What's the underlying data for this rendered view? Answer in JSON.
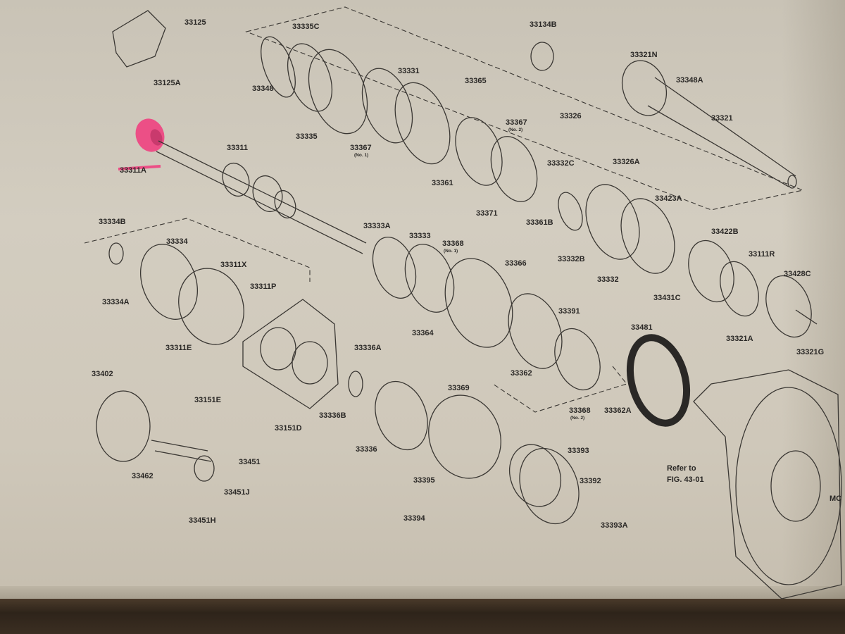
{
  "labels": {
    "p33125": "33125",
    "p33125A": "33125A",
    "p33348": "33348",
    "p33335C": "33335C",
    "p33335": "33335",
    "p33331": "33331",
    "p33367_1": "33367",
    "p33367_1_sub": "(No. 1)",
    "p33365": "33365",
    "p33367_2": "33367",
    "p33367_2_sub": "(No. 2)",
    "p33134B": "33134B",
    "p33321N": "33321N",
    "p33348A": "33348A",
    "p33326": "33326",
    "p33326A": "33326A",
    "p33321": "33321",
    "p33311A": "33311A",
    "p33311": "33311",
    "p33361": "33361",
    "p33371": "33371",
    "p33332C": "33332C",
    "p33361B": "33361B",
    "p33332B": "33332B",
    "p33332": "33332",
    "p33423A": "33423A",
    "p33422B": "33422B",
    "p33111R": "33111R",
    "p33428C": "33428C",
    "p33431C": "33431C",
    "p33321A": "33321A",
    "p33321G": "33321G",
    "p33334B": "33334B",
    "p33334": "33334",
    "p33334A": "33334A",
    "p33311X": "33311X",
    "p33311P": "33311P",
    "p33311E": "33311E",
    "p33333A": "33333A",
    "p33333": "33333",
    "p33368_1": "33368",
    "p33368_1_sub": "(No. 1)",
    "p33366": "33366",
    "p33364": "33364",
    "p33391": "33391",
    "p33362": "33362",
    "p33368_2": "33368",
    "p33368_2_sub": "(No. 2)",
    "p33362A": "33362A",
    "p33481": "33481",
    "p33151E": "33151E",
    "p33151D": "33151D",
    "p33336A": "33336A",
    "p33336B": "33336B",
    "p33336": "33336",
    "p33369": "33369",
    "p33395": "33395",
    "p33393": "33393",
    "p33392": "33392",
    "p33394": "33394",
    "p33393A": "33393A",
    "p33402": "33402",
    "p33462": "33462",
    "p33451": "33451",
    "p33451J": "33451J",
    "p33451H": "33451H",
    "refer_line1": "Refer to",
    "refer_line2": "FIG. 43-01",
    "corner_mark": "MC"
  },
  "highlight": {
    "part": "33311A",
    "color": "#e8407a"
  }
}
